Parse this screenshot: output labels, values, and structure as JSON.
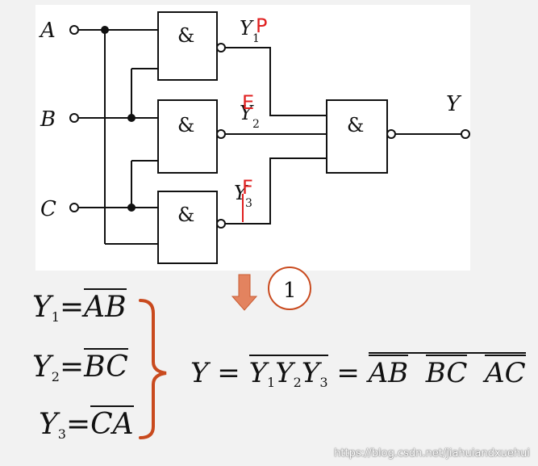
{
  "circuit": {
    "inputs": [
      "A",
      "B",
      "C"
    ],
    "gate_symbol": "&",
    "output": "Y",
    "intermediate_outputs": [
      {
        "letter": "Y",
        "subscript": "1",
        "annotation": "P"
      },
      {
        "letter": "Y",
        "subscript": "2",
        "annotation": "E"
      },
      {
        "letter": "Y",
        "subscript": "3",
        "annotation": "F"
      }
    ],
    "step_number": "1"
  },
  "equations": [
    {
      "lhs_letter": "Y",
      "lhs_sub": "1",
      "eq": "=",
      "rhs": "AB"
    },
    {
      "lhs_letter": "Y",
      "lhs_sub": "2",
      "eq": "=",
      "rhs": "BC"
    },
    {
      "lhs_letter": "Y",
      "lhs_sub": "3",
      "eq": "=",
      "rhs": "CA"
    }
  ],
  "result": {
    "lhs": "Y",
    "eq1": "=",
    "terms": [
      {
        "letter": "Y",
        "sub": "1"
      },
      {
        "letter": "Y",
        "sub": "2"
      },
      {
        "letter": "Y",
        "sub": "3"
      }
    ],
    "eq2": "=",
    "factors": [
      "AB",
      "BC",
      "AC"
    ]
  },
  "colors": {
    "wire": "#111111",
    "annotation": "#e02020",
    "arrow": "#d9663c",
    "brace": "#c94a1e"
  },
  "watermark": "https://blog.csdn.net/jiahuiandxuehui"
}
